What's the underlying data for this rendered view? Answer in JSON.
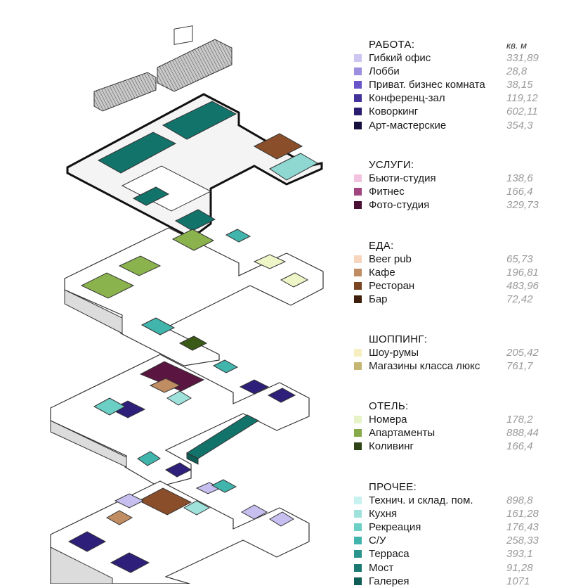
{
  "legend": {
    "unit_header": "кв. м",
    "sections": [
      {
        "title": "РАБОТА:",
        "items": [
          {
            "label": "Гибкий офис",
            "value": "331,89",
            "color": "#cdc6f0"
          },
          {
            "label": "Лобби",
            "value": "28,8",
            "color": "#9c8fe0"
          },
          {
            "label": "Приват. бизнес комната",
            "value": "38,15",
            "color": "#6a55c8"
          },
          {
            "label": "Конференц-зал",
            "value": "119,12",
            "color": "#43329a"
          },
          {
            "label": "Коворкинг",
            "value": "602,11",
            "color": "#2a1d70"
          },
          {
            "label": "Арт-мастерские",
            "value": "354,3",
            "color": "#16103f"
          }
        ]
      },
      {
        "title": "УСЛУГИ:",
        "items": [
          {
            "label": "Бьюти-студия",
            "value": "138,6",
            "color": "#f2c3de"
          },
          {
            "label": "Фитнес",
            "value": "166,4",
            "color": "#a04580"
          },
          {
            "label": "Фото-студия",
            "value": "329,73",
            "color": "#4a0f35"
          }
        ]
      },
      {
        "title": "ЕДА:",
        "items": [
          {
            "label": "Beer pub",
            "value": "65,73",
            "color": "#f8d5bf"
          },
          {
            "label": "Кафе",
            "value": "196,81",
            "color": "#c08c62"
          },
          {
            "label": "Ресторан",
            "value": "483,96",
            "color": "#7a4523"
          },
          {
            "label": "Бар",
            "value": "72,42",
            "color": "#3c1e0a"
          }
        ]
      },
      {
        "title": "ШОППИНГ:",
        "items": [
          {
            "label": "Шоу-румы",
            "value": "205,42",
            "color": "#f6efbf"
          },
          {
            "label": "Магазины класса люкс",
            "value": "761,7",
            "color": "#c4b672"
          }
        ]
      },
      {
        "title": "ОТЕЛЬ:",
        "items": [
          {
            "label": "Номера",
            "value": "178,2",
            "color": "#e7f3c7"
          },
          {
            "label": "Апартаменты",
            "value": "888,44",
            "color": "#86aa4a"
          },
          {
            "label": "Коливинг",
            "value": "166,4",
            "color": "#2e4416"
          }
        ]
      },
      {
        "title": "ПРОЧЕЕ:",
        "items": [
          {
            "label": "Технич. и склад. пом.",
            "value": "898,8",
            "color": "#c8f2ef"
          },
          {
            "label": "Кухня",
            "value": "161,28",
            "color": "#9fe2dc"
          },
          {
            "label": "Рекреация",
            "value": "176,43",
            "color": "#6ccfc6"
          },
          {
            "label": "С/У",
            "value": "258,33",
            "color": "#41b5ac"
          },
          {
            "label": "Терраса",
            "value": "393,1",
            "color": "#2a958c"
          },
          {
            "label": "Мост",
            "value": "91,28",
            "color": "#1a7a72"
          },
          {
            "label": "Галерея",
            "value": "1071",
            "color": "#0d5c55"
          }
        ]
      }
    ]
  },
  "diagram": {
    "colors": {
      "wall": "#ffffff",
      "wall_side": "#dcdcdc",
      "outline": "#3a3a3a",
      "roof": "#8c8c8c",
      "teal_dark": "#12736b",
      "teal_light": "#8fd8d2",
      "green": "#8ab24d",
      "dark_green": "#3a5a18",
      "lime": "#eef6c8",
      "plum": "#5a1640",
      "brown": "#8a4f2a",
      "navy": "#2d1f7a",
      "lilac": "#c7bff0",
      "black": "#111111"
    }
  }
}
